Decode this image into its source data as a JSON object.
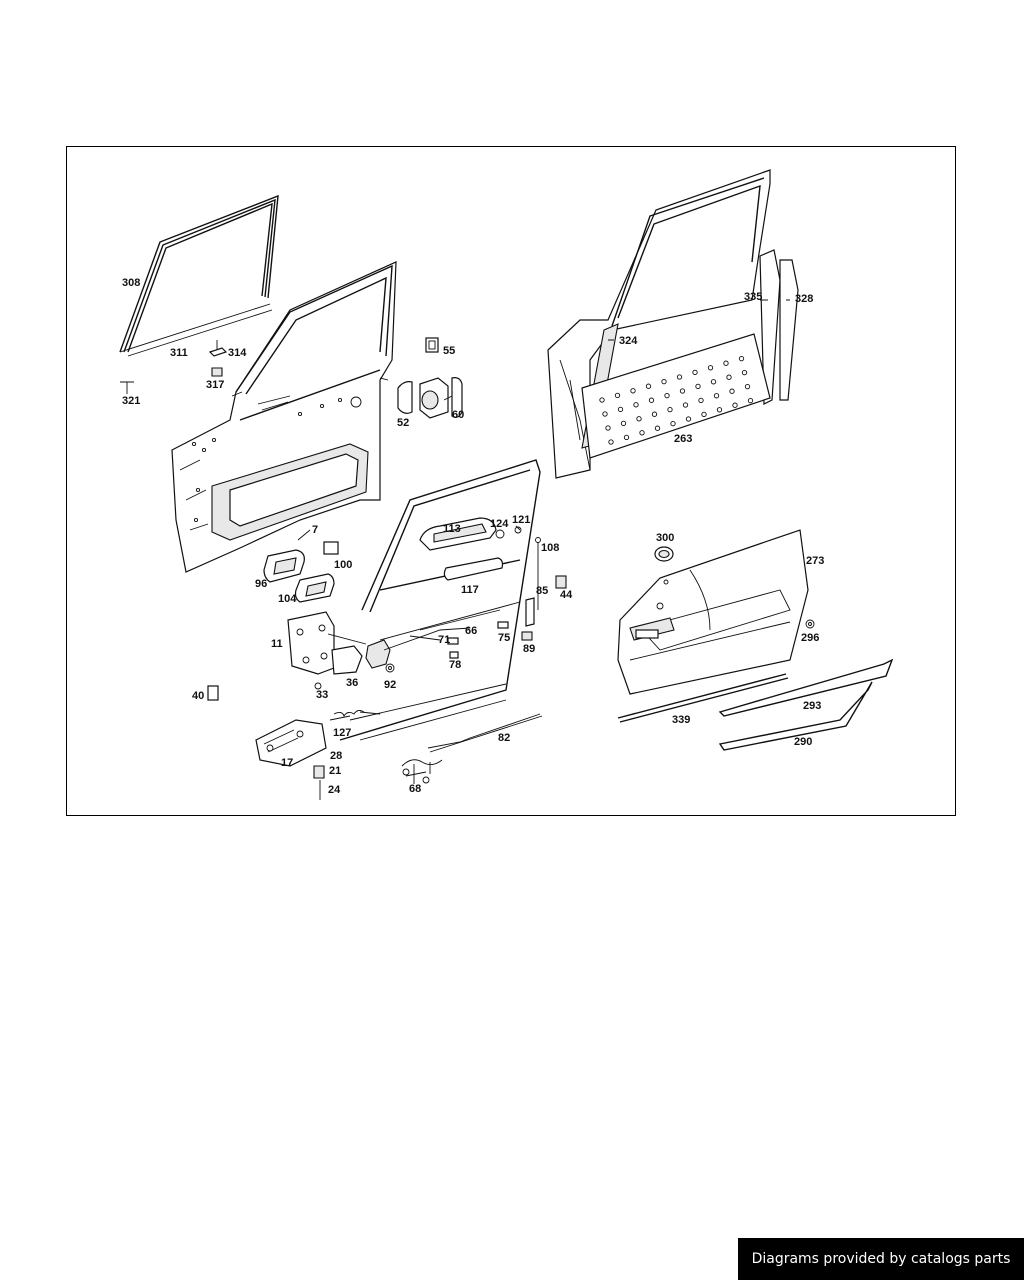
{
  "diagram": {
    "labels": [
      "308",
      "311",
      "314",
      "317",
      "321",
      "55",
      "52",
      "60",
      "7",
      "100",
      "96",
      "104",
      "113",
      "124",
      "121",
      "108",
      "117",
      "85",
      "44",
      "66",
      "71",
      "75",
      "78",
      "89",
      "11",
      "36",
      "92",
      "33",
      "40",
      "127",
      "17",
      "28",
      "21",
      "24",
      "82",
      "68",
      "335",
      "328",
      "324",
      "263",
      "300",
      "273",
      "296",
      "339",
      "293",
      "290"
    ]
  },
  "footer": {
    "credit": "Diagrams provided by catalogs parts"
  }
}
